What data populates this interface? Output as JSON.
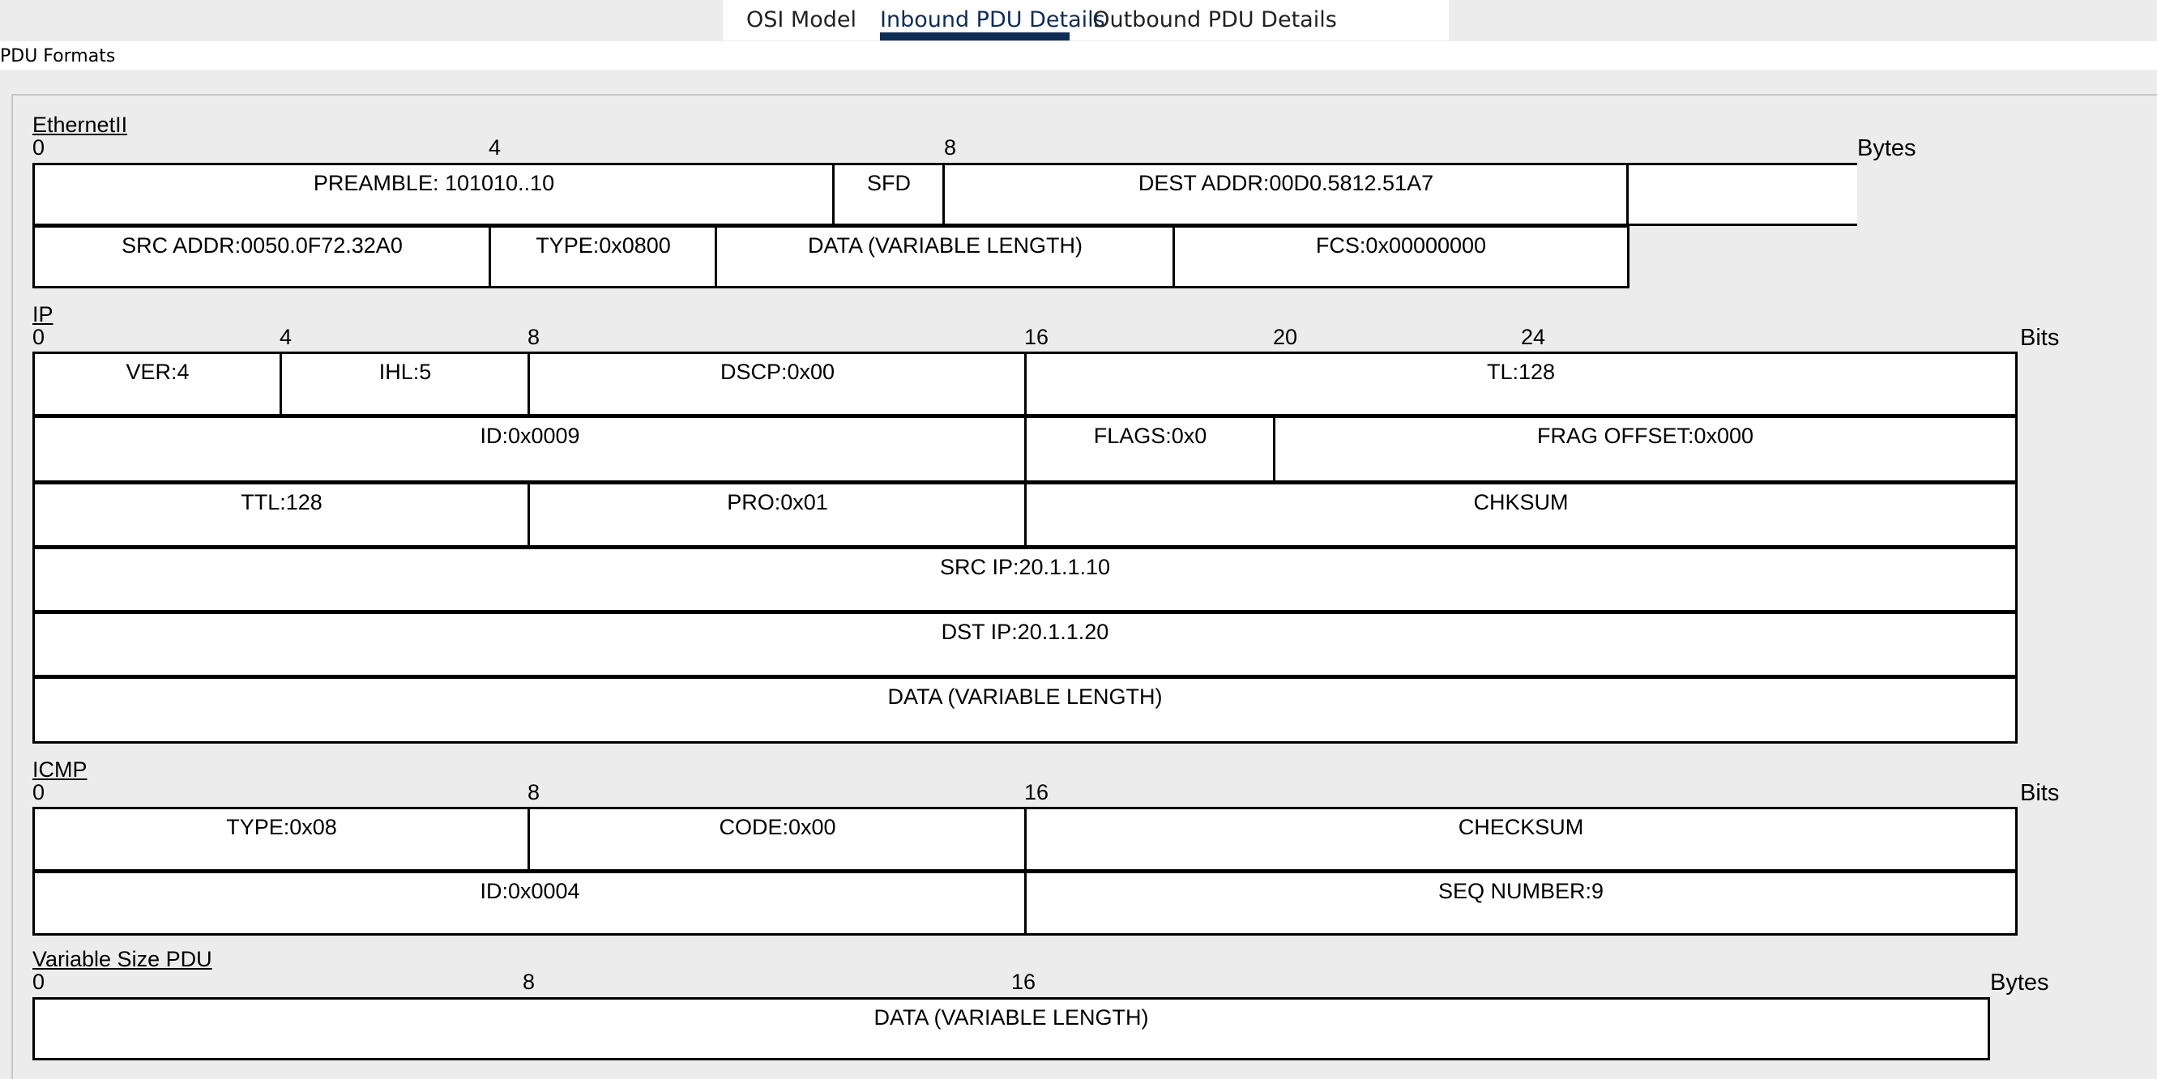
{
  "tabs": [
    {
      "label": "OSI Model",
      "active": false
    },
    {
      "label": "Inbound PDU Details",
      "active": true
    },
    {
      "label": "Outbound PDU Details",
      "active": false
    }
  ],
  "heading": "PDU Formats",
  "colors": {
    "accent": "#0f2c57",
    "background": "#ececec",
    "field_fill": "#ffffff",
    "field_border": "#000000"
  },
  "sections": {
    "ethernet": {
      "title": "EthernetII",
      "unit": "Bytes",
      "ruler": [
        "0",
        "4",
        "8"
      ],
      "fields": {
        "preamble": "PREAMBLE: 101010..10",
        "sfd": "SFD",
        "dest_addr": "DEST ADDR:00D0.5812.51A7",
        "src_addr": "SRC ADDR:0050.0F72.32A0",
        "type": "TYPE:0x0800",
        "data": "DATA (VARIABLE LENGTH)",
        "fcs": "FCS:0x00000000"
      }
    },
    "ip": {
      "title": "IP",
      "unit": "Bits",
      "ruler": [
        "0",
        "4",
        "8",
        "16",
        "20",
        "24"
      ],
      "fields": {
        "ver": "VER:4",
        "ihl": "IHL:5",
        "dscp": "DSCP:0x00",
        "tl": "TL:128",
        "id": "ID:0x0009",
        "flags": "FLAGS:0x0",
        "frag_offset": "FRAG OFFSET:0x000",
        "ttl": "TTL:128",
        "pro": "PRO:0x01",
        "chksum": "CHKSUM",
        "src_ip": "SRC IP:20.1.1.10",
        "dst_ip": "DST IP:20.1.1.20",
        "data": "DATA (VARIABLE LENGTH)"
      }
    },
    "icmp": {
      "title": "ICMP",
      "unit": "Bits",
      "ruler": [
        "0",
        "8",
        "16"
      ],
      "fields": {
        "type": "TYPE:0x08",
        "code": "CODE:0x00",
        "checksum": "CHECKSUM",
        "id": "ID:0x0004",
        "seq_number": "SEQ NUMBER:9"
      }
    },
    "variable": {
      "title": "Variable Size PDU",
      "unit": "Bytes",
      "ruler": [
        "0",
        "8",
        "16"
      ],
      "fields": {
        "data": "DATA (VARIABLE LENGTH)"
      }
    }
  }
}
